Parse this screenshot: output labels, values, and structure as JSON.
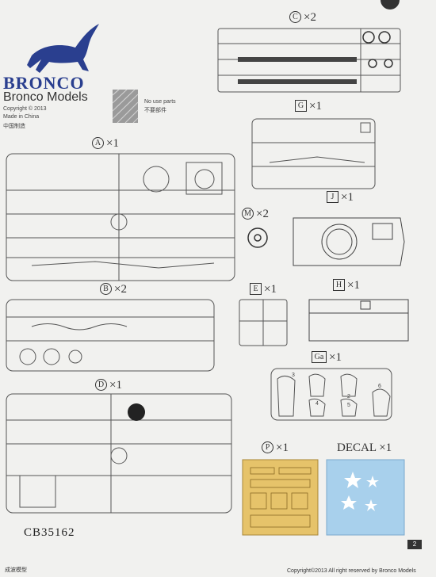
{
  "brand": {
    "name": "BRONCO",
    "company": "Bronco Models",
    "copyright": "Copyright © 2013",
    "made_in": "Made in China",
    "made_in_cn": "中国制造"
  },
  "nouse": {
    "en": "No use parts",
    "cn": "不要部件"
  },
  "sprues": {
    "C": {
      "letter": "C",
      "qty": "×2"
    },
    "G": {
      "letter": "G",
      "qty": "×1"
    },
    "A": {
      "letter": "A",
      "qty": "×1"
    },
    "J": {
      "letter": "J",
      "qty": "×1"
    },
    "M": {
      "letter": "M",
      "qty": "×2"
    },
    "B": {
      "letter": "B",
      "qty": "×2"
    },
    "E": {
      "letter": "E",
      "qty": "×1"
    },
    "H": {
      "letter": "H",
      "qty": "×1"
    },
    "Ga": {
      "letter": "Ga",
      "qty": "×1"
    },
    "D": {
      "letter": "D",
      "qty": "×1"
    },
    "P": {
      "letter": "P",
      "qty": "×1"
    },
    "Decal": {
      "letter": "DECAL",
      "qty": "×1"
    }
  },
  "ga_numbers": [
    "3",
    "4",
    "2",
    "5",
    "6"
  ],
  "kit_code": "CB35162",
  "footer": {
    "left": "成波模型",
    "copyright": "Copyright©2013",
    "rights": "All right reserved by Bronco Models"
  },
  "page_number": "2",
  "colors": {
    "brand_blue": "#2a3f8f",
    "photo_etch": "#e6c36a",
    "decal_blue": "#a8d0ec"
  }
}
